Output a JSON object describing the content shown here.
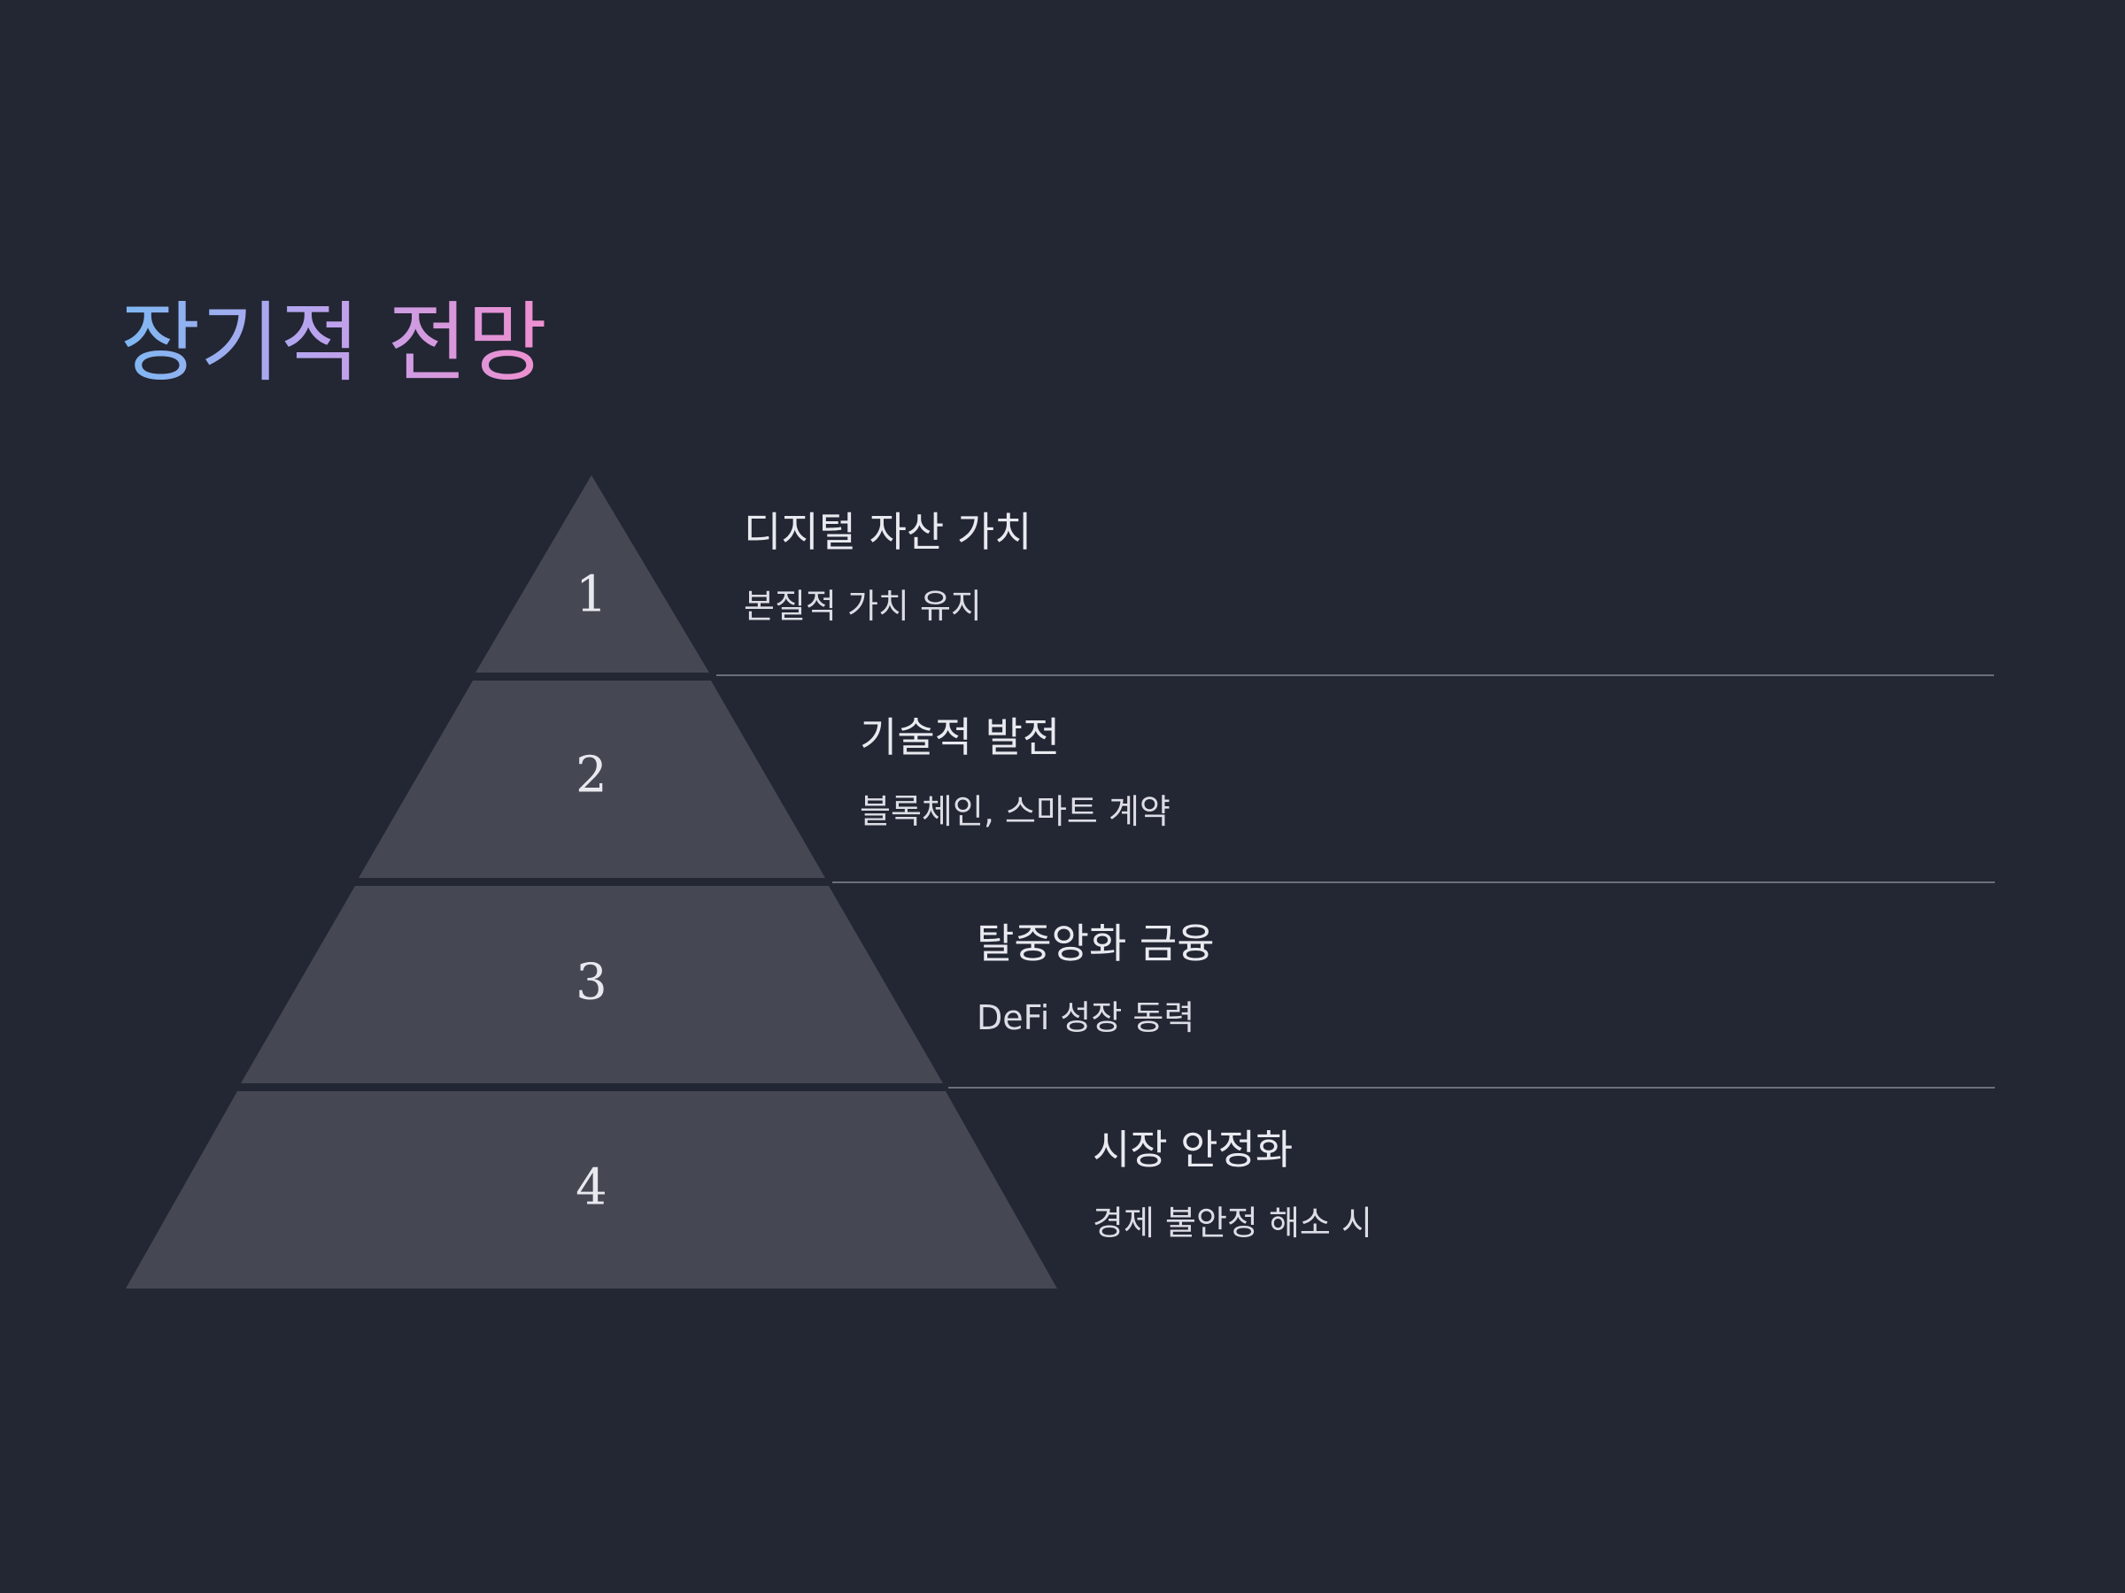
{
  "title": "장기적 전망",
  "colors": {
    "background": "#232633",
    "tier_fill": "#454753",
    "divider": "#6c6e7a",
    "title_gradient": [
      "#7db8f2",
      "#b8a4ee",
      "#f08fcf"
    ]
  },
  "tiers": [
    {
      "number": "1",
      "heading": "디지털 자산 가치",
      "description": "본질적 가치 유지"
    },
    {
      "number": "2",
      "heading": "기술적 발전",
      "description": "블록체인, 스마트 계약"
    },
    {
      "number": "3",
      "heading": "탈중앙화 금융",
      "description": "DeFi 성장 동력"
    },
    {
      "number": "4",
      "heading": "시장 안정화",
      "description": "경제 불안정 해소 시"
    }
  ]
}
